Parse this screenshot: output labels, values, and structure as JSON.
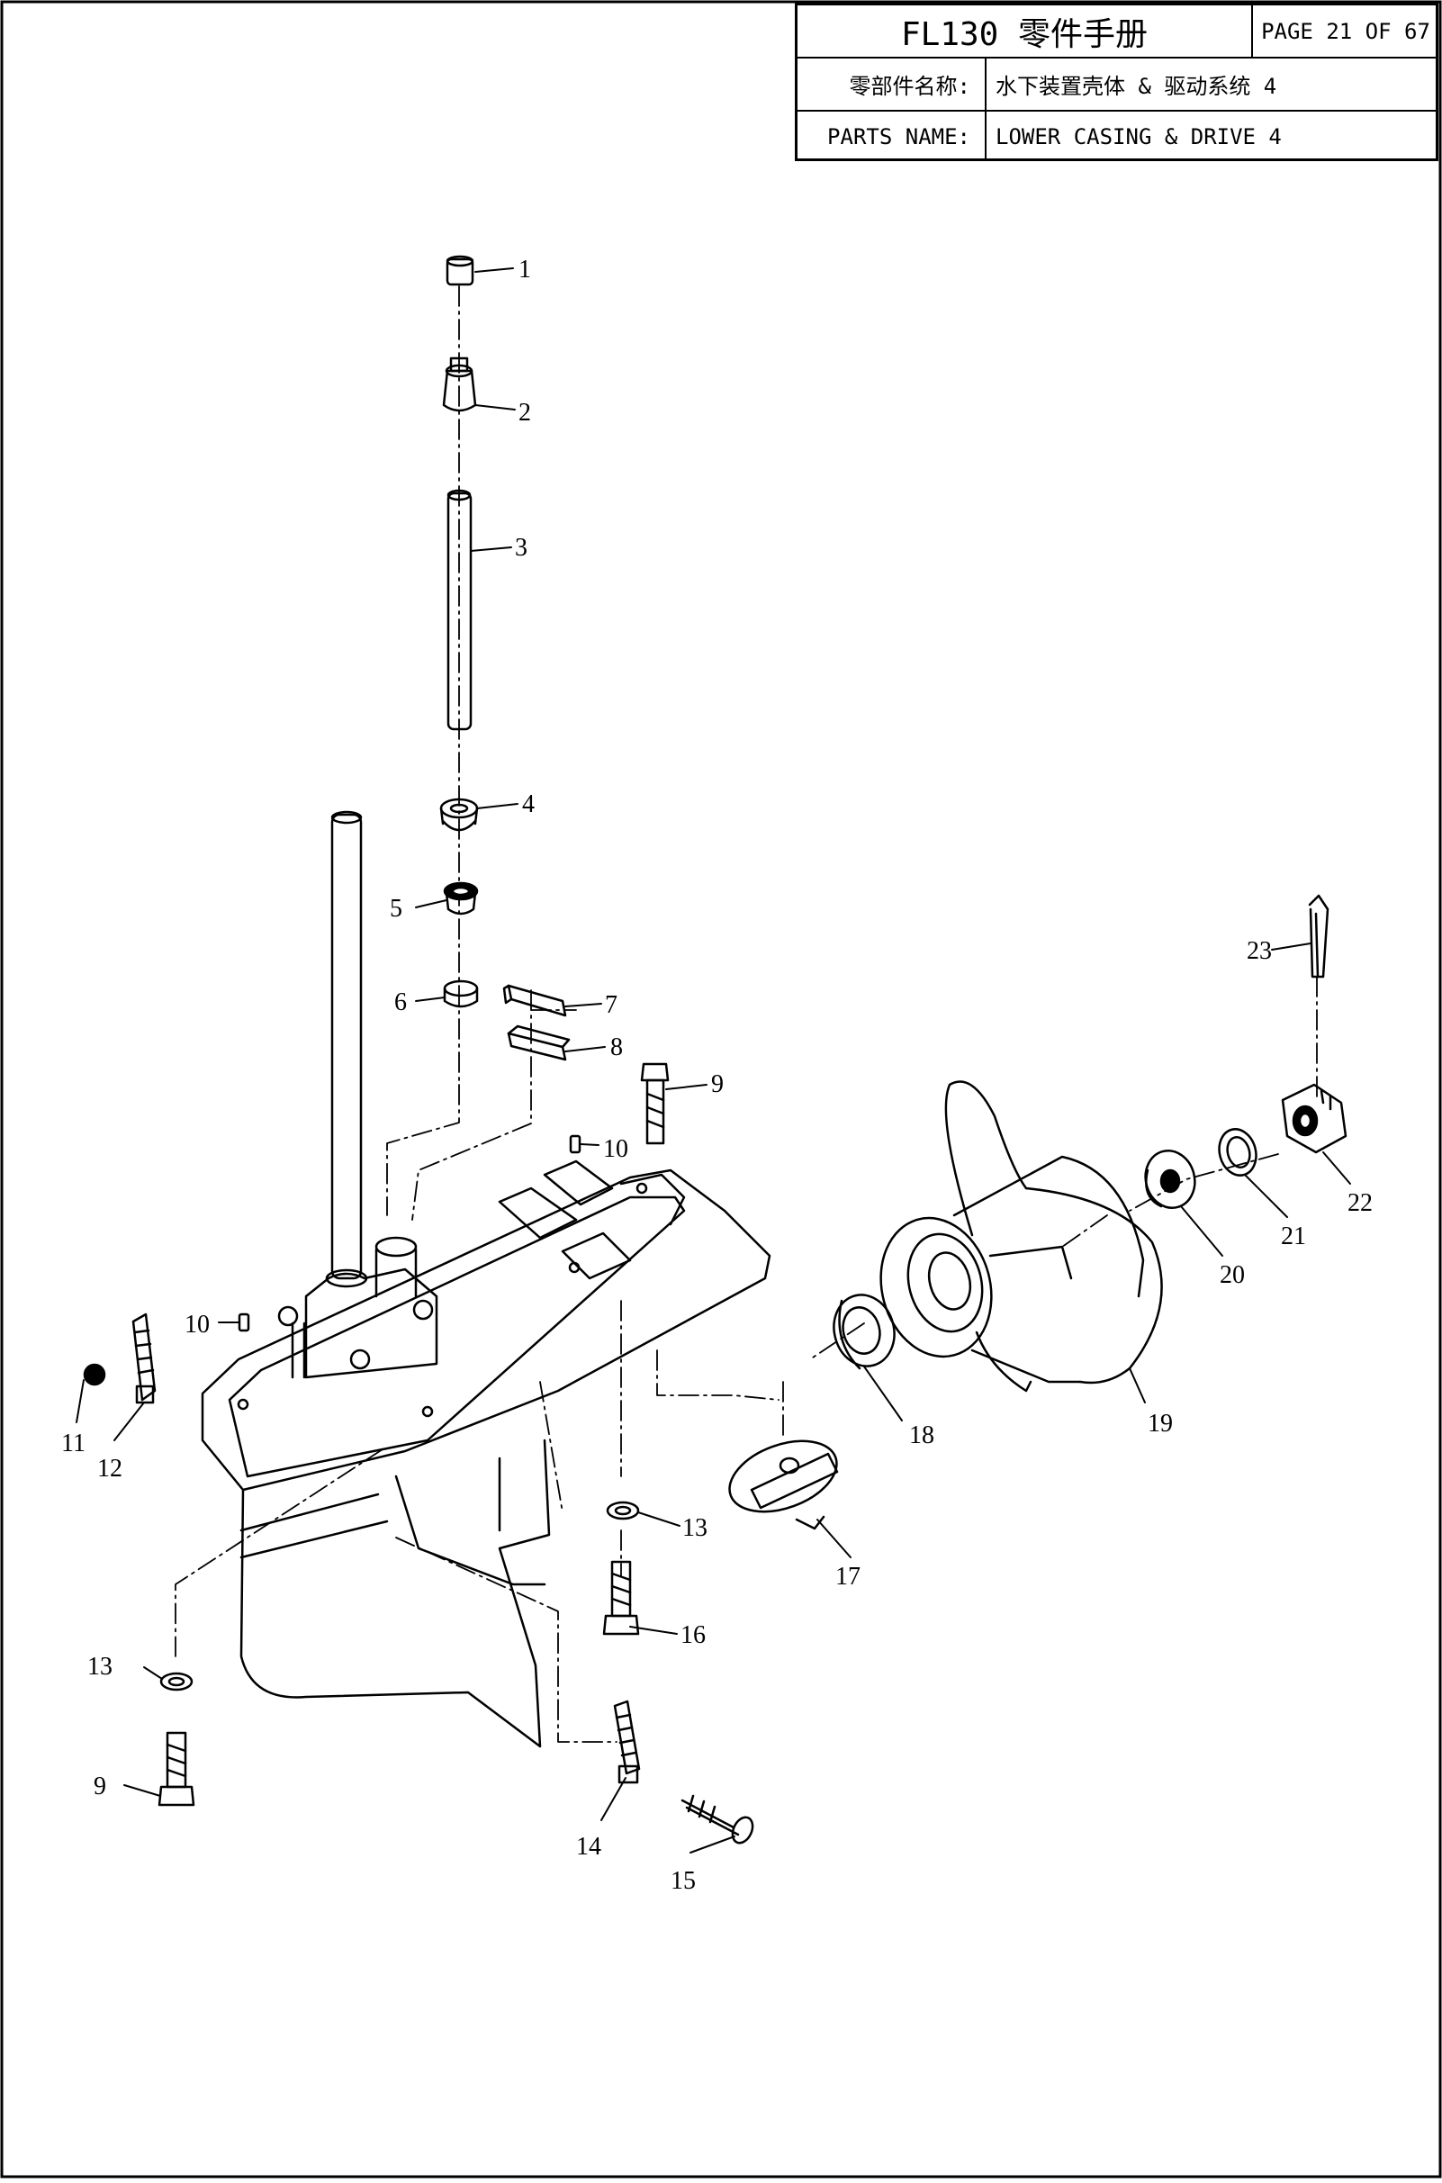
{
  "header": {
    "title": "FL130 零件手册",
    "page": "PAGE 21 OF 67",
    "cn_label": "零部件名称:",
    "cn_value": "水下装置壳体 & 驱动系统 4",
    "en_label": "PARTS NAME:",
    "en_value": "LOWER CASING & DRIVE 4"
  },
  "callouts": [
    "1",
    "2",
    "3",
    "4",
    "5",
    "6",
    "7",
    "8",
    "9",
    "10",
    "10",
    "11",
    "12",
    "13",
    "13",
    "14",
    "15",
    "16",
    "17",
    "18",
    "19",
    "20",
    "21",
    "22",
    "23",
    "9"
  ]
}
